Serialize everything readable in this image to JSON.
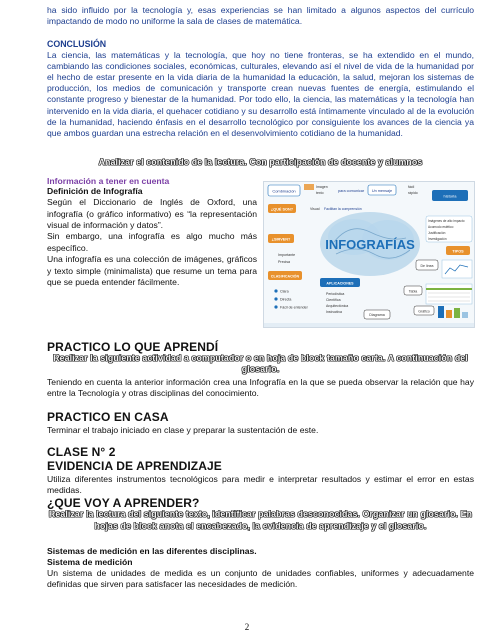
{
  "intro": {
    "line1": "ha sido influido por la tecnología y, esas experiencias se han limitado a algunos aspectos del currículo impactando de modo no uniforme la sala de clases de matemática."
  },
  "conclusion": {
    "title": "CONCLUSIÓN",
    "text": "La ciencia, las matemáticas y la tecnología, que hoy no tiene fronteras, se ha extendido en el mundo, cambiando las condiciones sociales, económicas, culturales, elevando así el nivel de vida de la humanidad por el hecho de estar presente en la vida diaria de la humanidad la educación, la salud, mejoran los sistemas de producción, los medios de comunicación y transporte crean nuevas fuentes de energía, estimulando el constante progreso y bienestar de la humanidad. Por todo ello, la ciencia, las matemáticas y la tecnología han intervenido en la vida diaria, el quehacer cotidiano y su desarrollo está íntimamente vinculado al de la evolución de la humanidad, haciendo énfasis en el desarrollo tecnológico por consiguiente los avances de la ciencia ya que ambos guardan una estrecha relación en el desenvolvimiento cotidiano de la humanidad."
  },
  "analysis_header": "Analizar el contenido de la lectura. Con participación de docente y alumnos",
  "info_section": {
    "title": "Información a tener en cuenta",
    "definition_title": "Definición de Infografía",
    "p1": "Según el Diccionario de Inglés de Oxford, una infografía (o gráfico informativo) es “la representación visual de información y datos”.",
    "p2": "Sin embargo, una infografía es algo mucho más específico.",
    "p3": "Una infografía es una colección de imágenes, gráficos y texto simple (minimalista) que resume un tema para que se pueda entender fácilmente."
  },
  "infographic": {
    "title": "INFOGRAFÍAS",
    "labels": {
      "combinacion": "Combinación",
      "imagen": "Imagen",
      "texto": "texto",
      "comunicar": "para comunicar",
      "mensaje": "Un mensaje",
      "facil": "fácil",
      "rapido": "rápido",
      "historia": "historia",
      "que_son": "¿QUÉ SON?",
      "visual": "Visual",
      "facilita": "Facilitan la comprensión",
      "sirven": "¿SIRVEN?",
      "importante": "Importante",
      "precisa": "Precisa",
      "clasificacion": "CLASIFICACIÓN",
      "clara": "Clara",
      "directa": "Directa",
      "facil_entender": "Fácil de entender",
      "aplicaciones": "APLICACIONES",
      "periodistica": "Periodística",
      "cientifica": "Científica",
      "arquitectonica": "Arquitectónica",
      "instructiva": "Instructiva",
      "diagrama": "Diagrama",
      "tipos": "TIPOS",
      "tabla": "Tabla",
      "grafico": "Gráfico",
      "de_linea": "De línea",
      "imagenes": "Imágenes de alto impacto",
      "acomodo": "Acomodo estético",
      "justificacion": "Justificación",
      "investigacion": "Investigación"
    },
    "colors": {
      "accent_blue": "#1d6fb8",
      "accent_orange": "#e8912c",
      "accent_green": "#7cb342",
      "brain": "#9bc4e2"
    }
  },
  "practico_aprendi": {
    "title": "PRACTICO LO QUE APRENDÍ",
    "instruction": "Realizar la siguiente actividad a computador o en hoja de block tamaño carta. A continuación del glosario.",
    "text": "Teniendo en cuenta la anterior información crea una Infografía en la que se pueda observar la relación que hay entre la Tecnología y otras disciplinas del conocimiento."
  },
  "practico_casa": {
    "title": "PRACTICO EN CASA",
    "text": "Terminar el trabajo iniciado en clase y preparar la sustentación de este."
  },
  "clase": {
    "title": "CLASE N° 2",
    "subtitle": "EVIDENCIA DE APRENDIZAJE",
    "text": "Utiliza diferentes instrumentos tecnológicos para medir e interpretar resultados y estimar el error en estas medidas.",
    "question": "¿QUE VOY A APRENDER?",
    "instruction": "Realizar la lectura del siguiente texto, identificar palabras desconocidas. Organizar un glosario. En hojas de block anota el encabezado, la evidencia de aprendizaje y el glosario.",
    "sub1": "Sistemas de medición en las diferentes disciplinas.",
    "sub2": "Sistema de medición",
    "text2": "Un sistema de unidades de medida es un conjunto de unidades confiables, uniformes y adecuadamente definidas que sirven para satisfacer las necesidades de medición."
  },
  "page_number": "2"
}
